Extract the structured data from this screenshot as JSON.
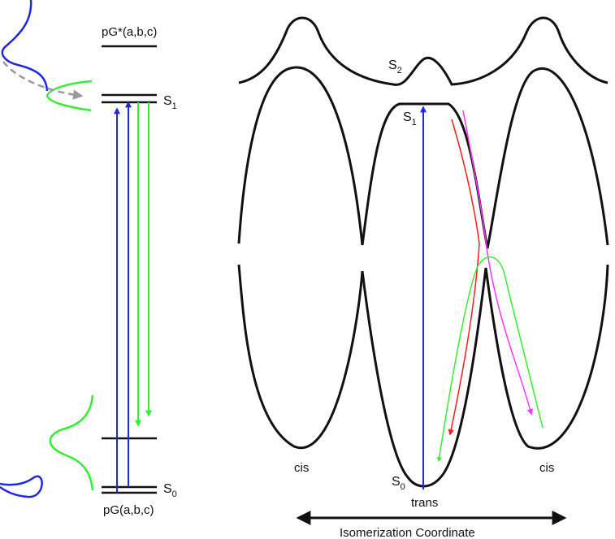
{
  "labels": {
    "top_state": "pG*(a,b,c)",
    "bottom_state": "pG(a,b,c)",
    "left_s1": "S",
    "left_s1_sub": "1",
    "left_s0": "S",
    "left_s0_sub": "0",
    "right_s2": "S",
    "right_s2_sub": "2",
    "right_s1": "S",
    "right_s1_sub": "1",
    "right_s0": "S",
    "right_s0_sub": "0",
    "cis_left": "cis",
    "cis_right": "cis",
    "trans": "trans",
    "coordinate": "Isomerization Coordinate"
  },
  "colors": {
    "ink": "#111111",
    "absorption": "#1f27e6",
    "emission": "#33ee33",
    "red_path": "#ff1a1a",
    "magenta_path": "#ff33ff",
    "relax_arrow": "#9a9a9a"
  }
}
